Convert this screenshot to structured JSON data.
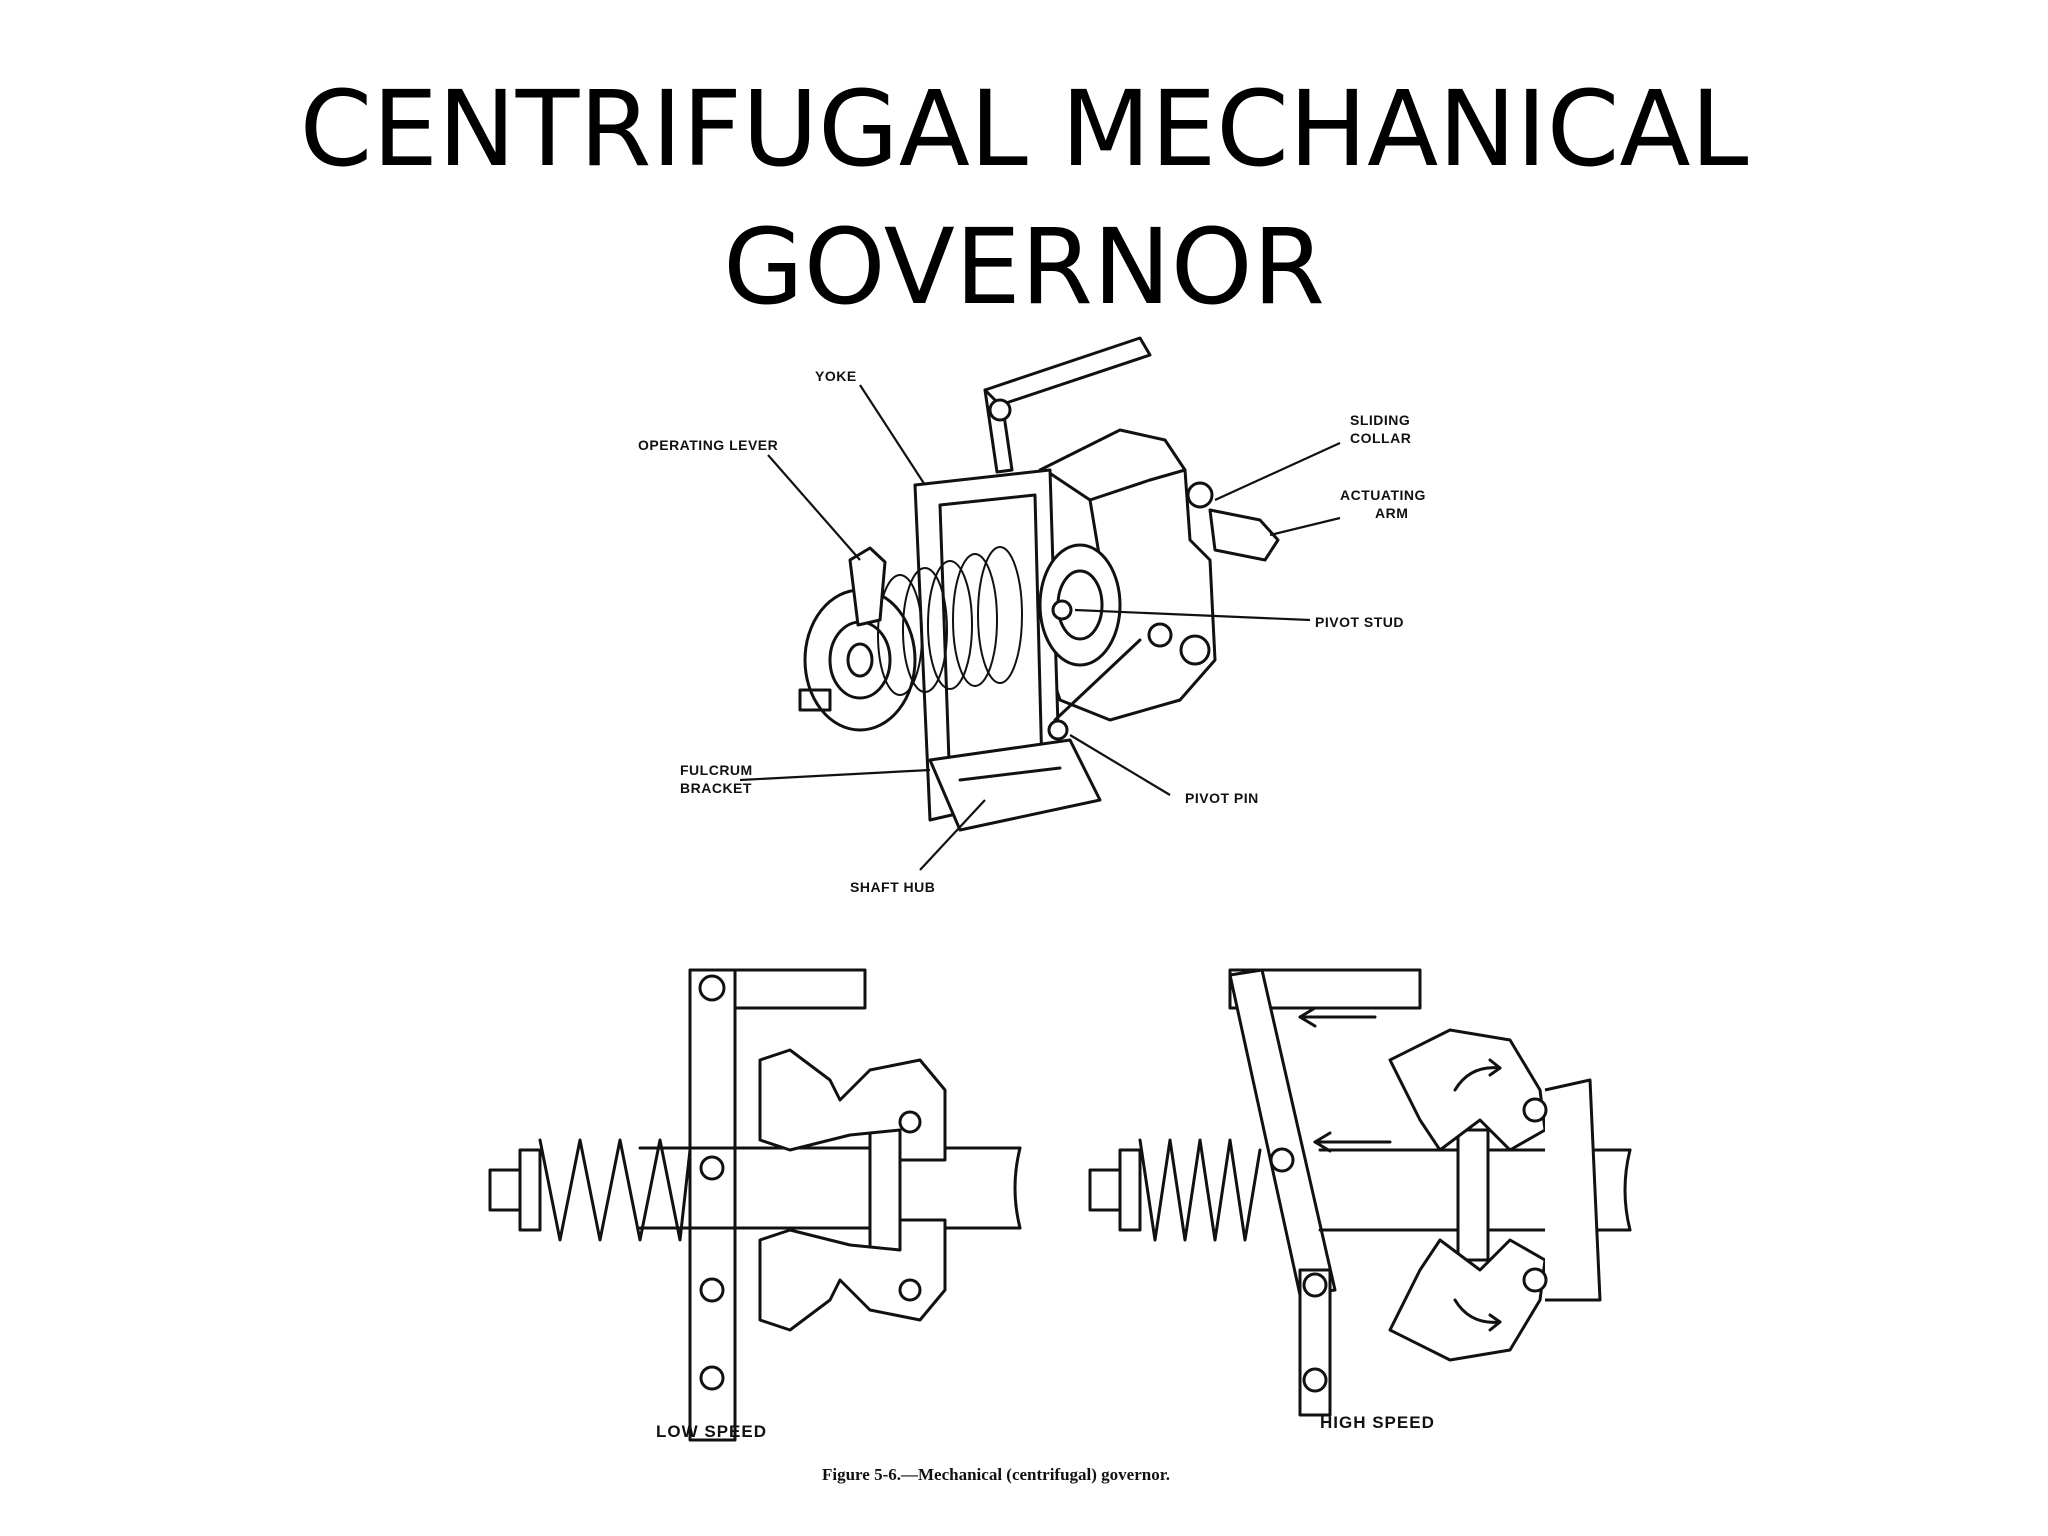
{
  "slide": {
    "title_line1": "CENTRIFUGAL MECHANICAL",
    "title_line2": "GOVERNOR"
  },
  "figure": {
    "labels": {
      "yoke": "YOKE",
      "operating_lever": "OPERATING LEVER",
      "sliding_collar_1": "SLIDING",
      "sliding_collar_2": "COLLAR",
      "actuating_arm_1": "ACTUATING",
      "actuating_arm_2": "ARM",
      "pivot_stud": "PIVOT STUD",
      "fulcrum_bracket_1": "FULCRUM",
      "fulcrum_bracket_2": "BRACKET",
      "pivot_pin": "PIVOT PIN",
      "shaft_hub": "SHAFT HUB",
      "low_speed": "LOW SPEED",
      "high_speed": "HIGH SPEED"
    },
    "caption": "Figure 5-6.—Mechanical (centrifugal) governor."
  }
}
